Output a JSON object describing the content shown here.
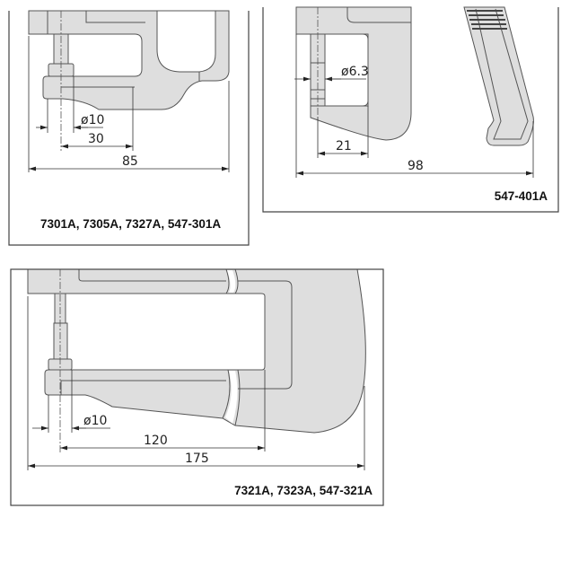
{
  "panels": [
    {
      "model_label": "7301A, 7305A, 7327A, 547-301A",
      "dims": {
        "anvil_diameter": "ø10",
        "throat_depth": "30",
        "overall_length": "85"
      }
    },
    {
      "model_label": "547-401A",
      "dims": {
        "anvil_diameter": "ø6.3",
        "throat_depth": "21",
        "overall_length": "98"
      }
    },
    {
      "model_label": "7321A, 7323A, 547-321A",
      "dims": {
        "anvil_diameter": "ø10",
        "throat_depth": "120",
        "overall_length": "175"
      }
    }
  ]
}
